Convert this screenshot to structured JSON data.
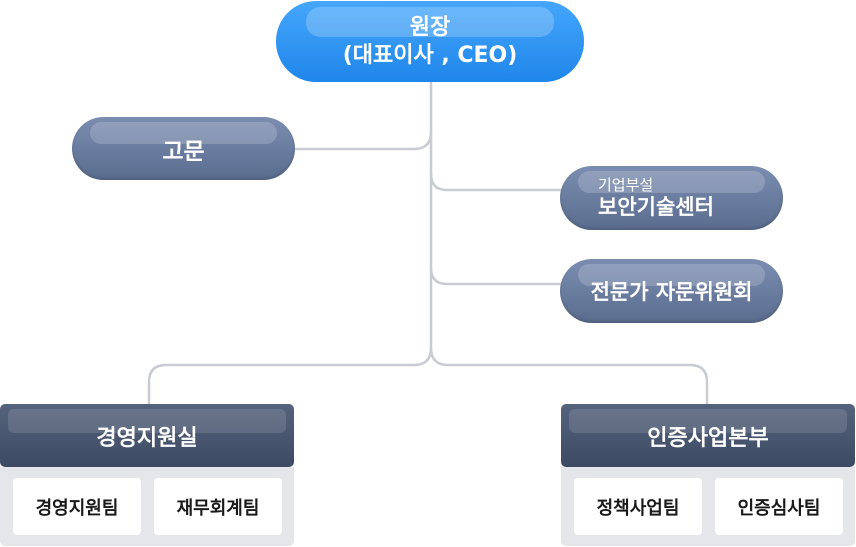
{
  "ceo": {
    "line1": "원장",
    "line2": "(대표이사 , CEO)"
  },
  "advisor": {
    "label": "고문"
  },
  "security_center": {
    "subtitle": "기업부설",
    "title": "보안기술센터"
  },
  "expert_committee": {
    "label": "전문가 자문위원회"
  },
  "departments": [
    {
      "name": "경영지원실",
      "teams": [
        "경영지원팀",
        "재무회계팀"
      ]
    },
    {
      "name": "인증사업본부",
      "teams": [
        "정책사업팀",
        "인증심사팀"
      ]
    }
  ],
  "colors": {
    "ceo": "#2d92f3",
    "pill": "#6a7c9f",
    "dept_header": "#47546e",
    "dept_body": "#e4e6ea",
    "connector": "#c9ccd2"
  }
}
